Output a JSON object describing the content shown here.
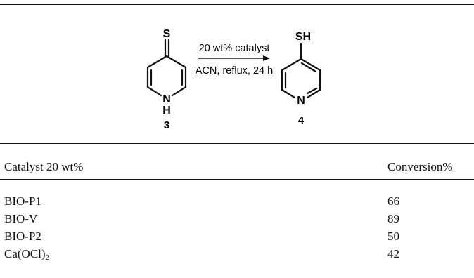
{
  "scheme": {
    "reactant_atom_top": "S",
    "reactant_atom_bottom_N": "N",
    "reactant_atom_bottom_H": "H",
    "reactant_label": "3",
    "conditions_above": "20 wt% catalyst",
    "conditions_below": "ACN, reflux, 24 h",
    "product_atom_top": "SH",
    "product_atom_bottom": "N",
    "product_label": "4"
  },
  "table": {
    "headers": [
      "Catalyst 20 wt%",
      "Conversion%"
    ],
    "rows": [
      {
        "catalyst": "BIO-P1",
        "conversion": "66"
      },
      {
        "catalyst": "BIO-V",
        "conversion": "89"
      },
      {
        "catalyst": "BIO-P2",
        "conversion": "50"
      },
      {
        "catalyst_main": "Ca(OCl)",
        "catalyst_sub": "2",
        "conversion": "42"
      }
    ]
  }
}
